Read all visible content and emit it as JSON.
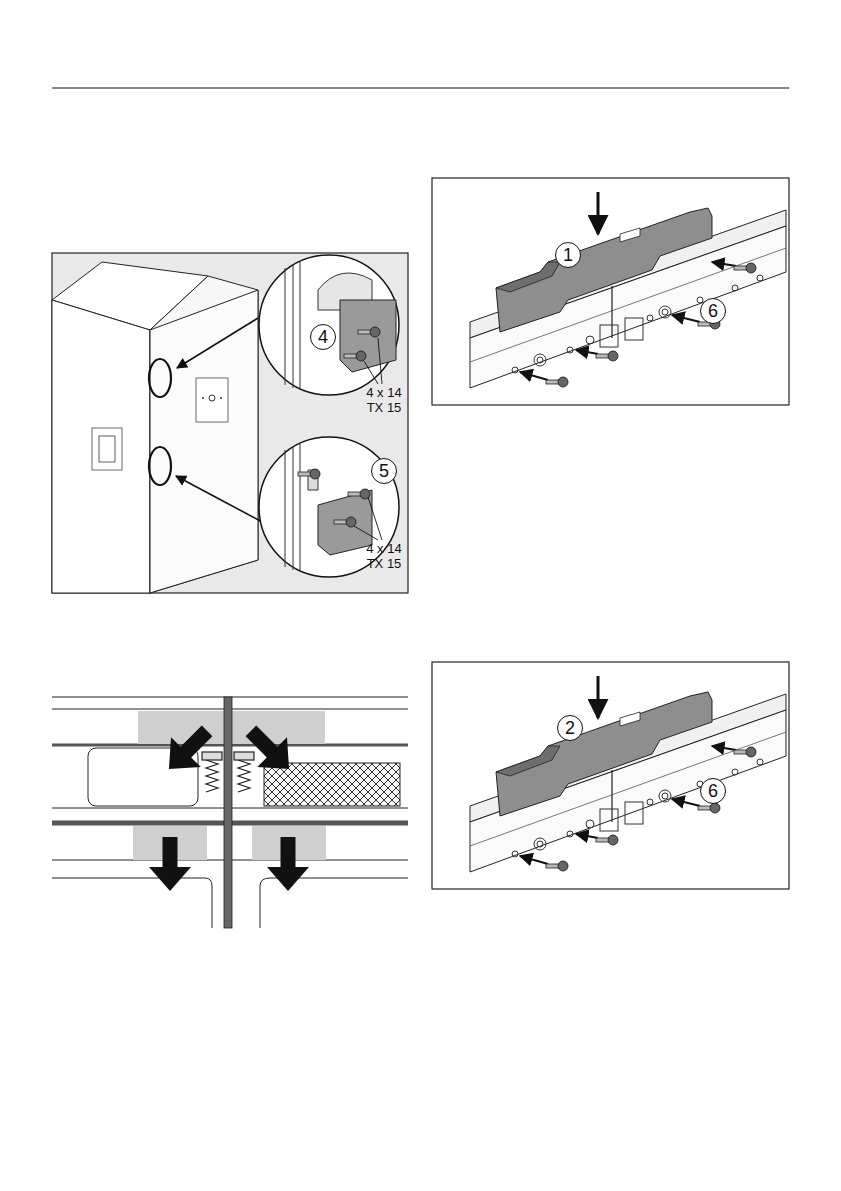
{
  "diagram": {
    "nodes": [
      {
        "text": [
          "4"
        ]
      },
      {
        "text": [
          "5"
        ]
      },
      {
        "text": [
          "1"
        ]
      },
      {
        "text": [
          "6"
        ]
      },
      {
        "text": [
          "2"
        ]
      },
      {
        "text": [
          "6"
        ]
      }
    ],
    "edges": [],
    "labels": [
      "4 x 14 TX 15",
      "4 x 14 TX 15"
    ]
  }
}
